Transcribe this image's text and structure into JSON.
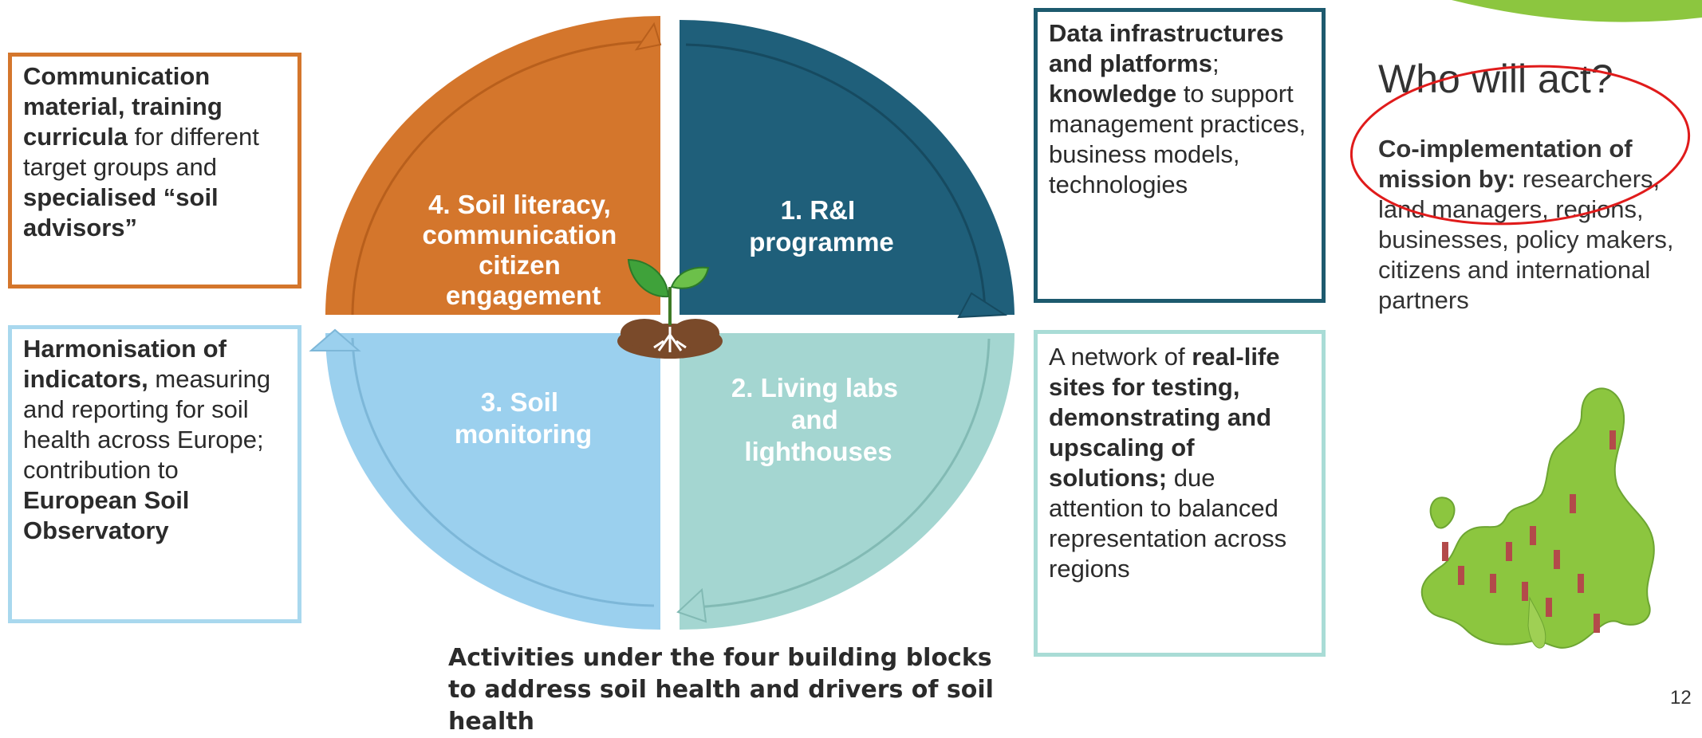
{
  "quadrants": [
    {
      "id": "q1",
      "lines": [
        "1. R&I",
        "programme"
      ],
      "color": "#1f5f7a"
    },
    {
      "id": "q2",
      "lines": [
        "2. Living labs",
        "and",
        "lighthouses"
      ],
      "color": "#a4d6d1"
    },
    {
      "id": "q3",
      "lines": [
        "3. Soil",
        "monitoring"
      ],
      "color": "#9bd0ee"
    },
    {
      "id": "q4",
      "lines": [
        "4. Soil literacy,",
        "communication",
        "citizen",
        "engagement"
      ],
      "color": "#d4762c"
    }
  ],
  "boxes": {
    "left_top": {
      "p1": "Communication material, training curricula",
      "p2": " for different target groups and ",
      "p3": "specialised “soil advisors”"
    },
    "left_bottom": {
      "p1": "Harmonisation of indicators,",
      "p2": " measuring  and reporting for soil health across Europe; contribution to ",
      "p3": "European Soil Observatory"
    },
    "right_top": {
      "p1": "Data infrastructures and platforms",
      "p2": "; ",
      "p3": "knowledge",
      "p4": " to support management practices, business models, technologies"
    },
    "right_bottom": {
      "p1": "A network of ",
      "p2": "real-life sites for testing, demonstrating and upscaling of solutions;",
      "p3": " due attention to balanced representation across regions"
    }
  },
  "who": {
    "title": "Who will act?",
    "bold": "Co-implementation of mission by:",
    "text": " researchers, land managers, regions, businesses, policy makers, citizens and international partners"
  },
  "footer_caption": "Activities under the four building blocks to address soil health and drivers of soil health",
  "page_number": "12",
  "colors": {
    "orange": "#d4762c",
    "dark_teal": "#1f5f7a",
    "light_teal": "#a4d6d1",
    "light_blue": "#9bd0ee",
    "annotation_red": "#e01b1b",
    "map_green": "#8cc63f"
  },
  "icons": [
    "plant-sprout-icon",
    "europe-map-icon"
  ]
}
